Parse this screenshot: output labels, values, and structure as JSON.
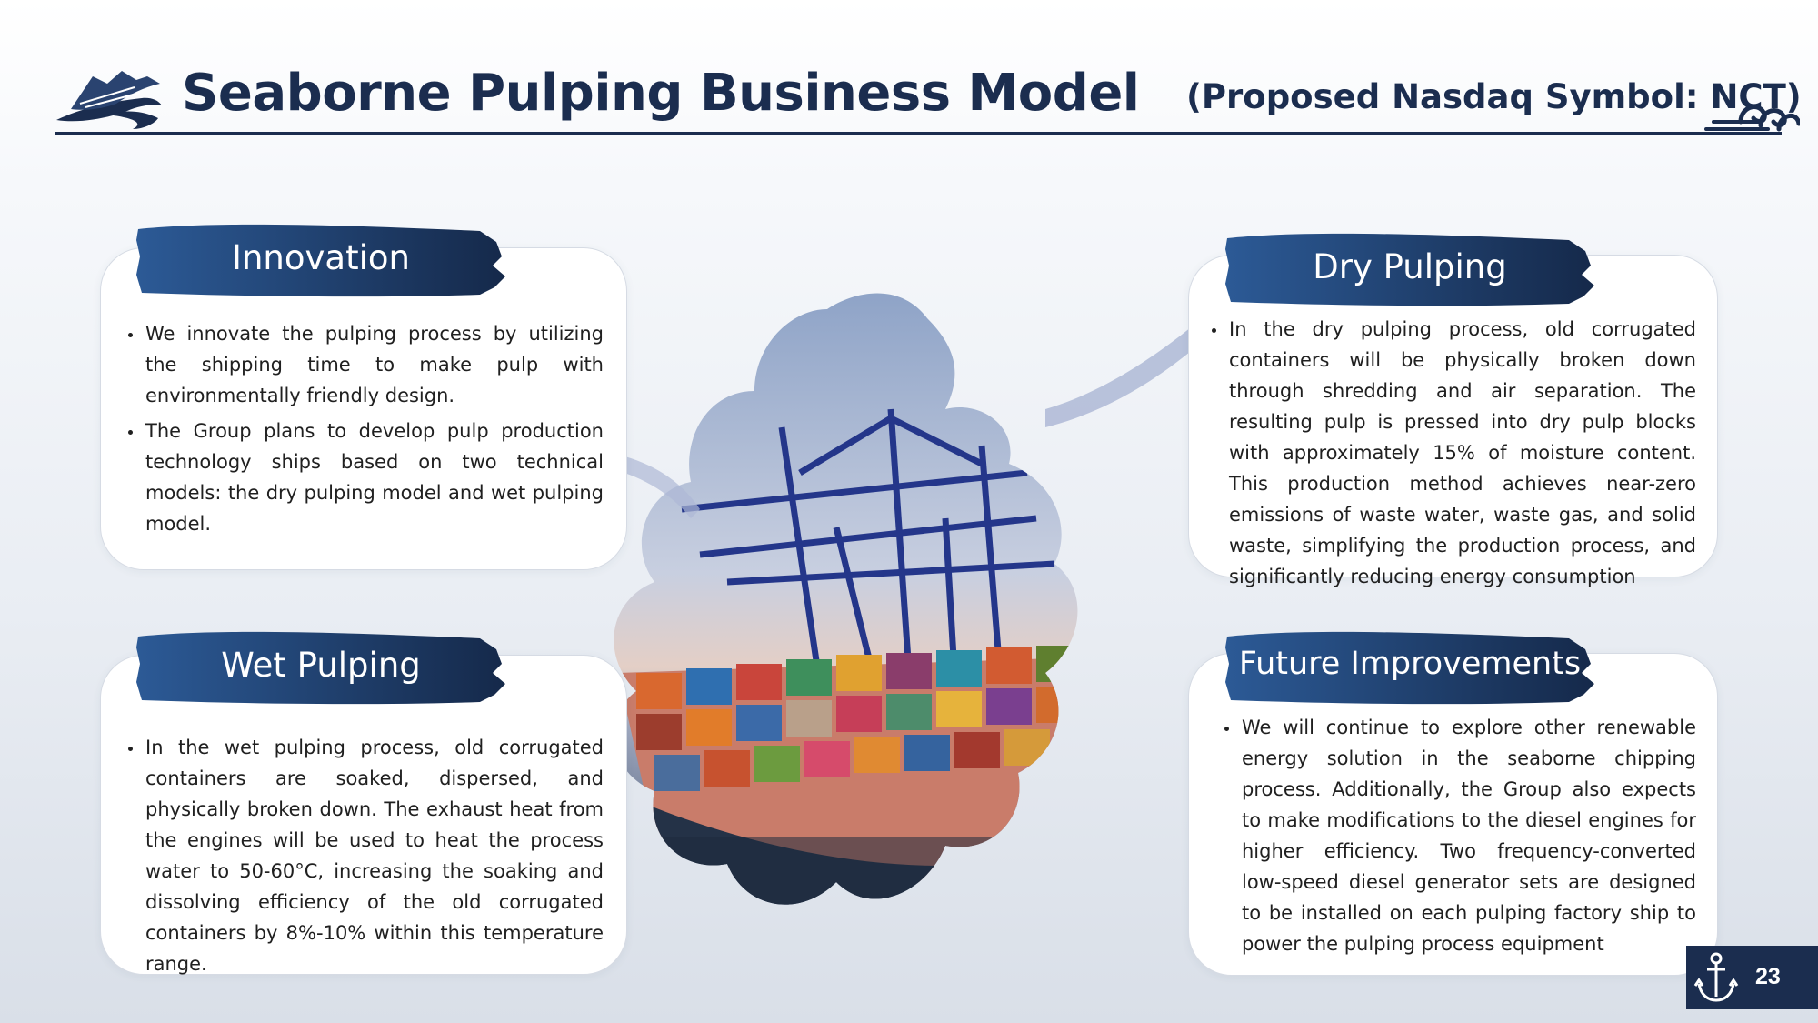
{
  "header": {
    "title": "Seaborne Pulping Business Model",
    "symbol": "(Proposed Nasdaq Symbol:  NCT)",
    "logo_icon": "ship-icon",
    "decor_icon": "wave-icon"
  },
  "colors": {
    "navy": "#1b2d4f",
    "brush_blue": "#2c5a96",
    "brush_dark": "#15294a",
    "card_bg": "#ffffff"
  },
  "cards": {
    "innovation": {
      "heading": "Innovation",
      "bullets": [
        "We innovate the pulping process by utilizing the shipping time to make pulp with environmentally friendly design.",
        "The Group plans to develop pulp production technology ships based on two technical models: the dry pulping model and wet pulping model."
      ]
    },
    "dry_pulping": {
      "heading": "Dry Pulping",
      "bullets": [
        "In the dry pulping process, old corrugated containers will be physically broken down through shredding and air separation. The resulting pulp is pressed into dry pulp blocks with approximately 15% of moisture content. This production method achieves near-zero emissions of waste water, waste gas, and solid waste, simplifying the production process, and significantly reducing energy consumption"
      ]
    },
    "wet_pulping": {
      "heading": "Wet Pulping",
      "bullets": [
        "In the wet pulping process, old corrugated containers are soaked, dispersed, and physically broken down. The exhaust heat from the engines will be used to heat the process water to 50-60°C, increasing the soaking and dissolving efficiency of the old corrugated containers by 8%-10% within this temperature range."
      ]
    },
    "future": {
      "heading": "Future Improvements",
      "bullets": [
        "We will continue to explore other renewable energy solution in the seaborne chipping process. Additionally, the Group also expects to make modifications to the diesel engines for higher efficiency. Two frequency-converted low-speed diesel generator sets are designed to be installed on each pulping factory ship to power the pulping process equipment"
      ]
    }
  },
  "center_image": {
    "subject": "container-ship-at-port-with-cranes"
  },
  "footer": {
    "page_number": "23",
    "icon": "anchor-icon"
  }
}
